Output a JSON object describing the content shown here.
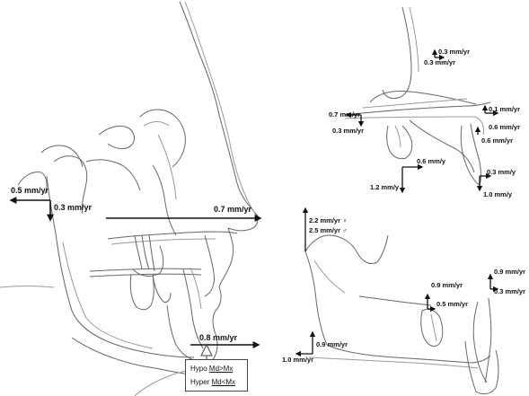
{
  "left_panel": {
    "labels": {
      "ramus": "0.5 mm/yr",
      "condyle": "0.3 mm/yr",
      "maxilla": "0.7 mm/yr",
      "chin": "0.8 mm/yr"
    },
    "legend": {
      "hypo_prefix": "Hypo",
      "hypo_value": "Md>Mx",
      "hyper_prefix": "Hyper",
      "hyper_value": "Md<Mx"
    }
  },
  "upper_right_panel": {
    "labels": {
      "nasion_top": "0.3 mm/yr",
      "nasion_bottom": "0.3 mm/yr",
      "pns_left": "0.7 mm/yr",
      "pns_down": "0.3 mm/yr",
      "ans_top": "0.1 mm/yr",
      "ans_mid": "0.6 mm/yr",
      "incisor": "0.6 mm/yr",
      "molar": "0.6 mm/y",
      "molar_vertical": "1.2 mm/y",
      "incisor_root": "0.3 mm/y",
      "incisor_vertical": "1.0 mm/y"
    }
  },
  "lower_right_panel": {
    "labels": {
      "condyle_female": "2.2 mm/yr ♀",
      "condyle_male": "2.5 mm/yr ♂",
      "molar_top": "0.9 mm/yr",
      "molar_bottom": "0.5 mm/yr",
      "incisor_top": "0.9 mm/yr",
      "incisor_bottom": "0.3 mm/yr",
      "gonion_vertical": "0.9 mm/yr",
      "gonion_horizontal": "1.0 mm/yr"
    }
  }
}
